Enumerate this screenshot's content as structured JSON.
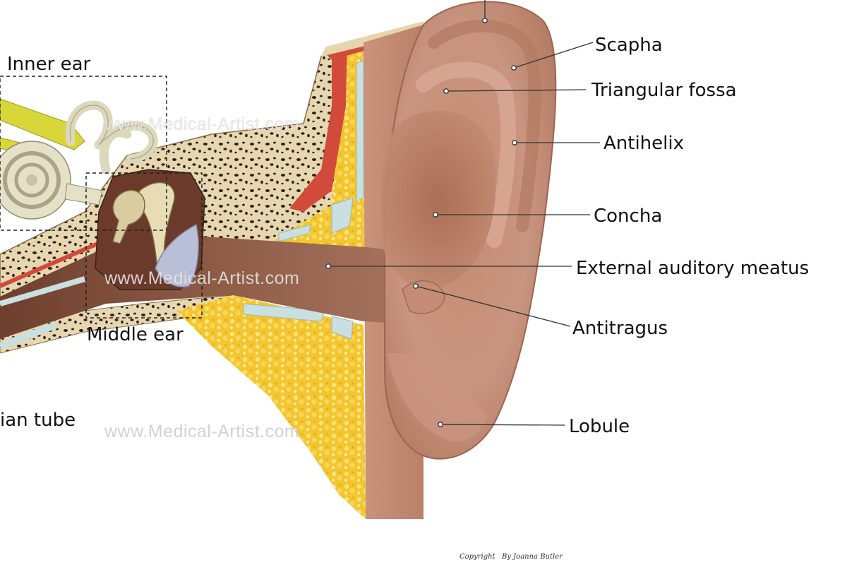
{
  "labels": {
    "scapha": "Scapha",
    "triangular_fossa": "Triangular fossa",
    "antihelix": "Antihelix",
    "concha": "Concha",
    "external_auditory_meatus": "External auditory meatus",
    "antitragus": "Antitragus",
    "lobule": "Lobule",
    "inner_ear": "Inner ear",
    "middle_ear": "Middle ear",
    "eustachian_tube": "ian tube"
  },
  "watermark": "www.Medical-Artist.com",
  "credit": {
    "copyright": "Copyright",
    "author": "By Joanna Butler"
  },
  "colors": {
    "skin": "#c9917a",
    "skin_dark": "#a86e58",
    "bone": "#e8d9b4",
    "fat": "#f2c431",
    "cartilage": "#c8dfe0",
    "muscle": "#d2493b",
    "canal": "#8c5a45",
    "nerve": "#d8d63a",
    "cochlea": "#e2dfc6",
    "leader": "#333333"
  }
}
